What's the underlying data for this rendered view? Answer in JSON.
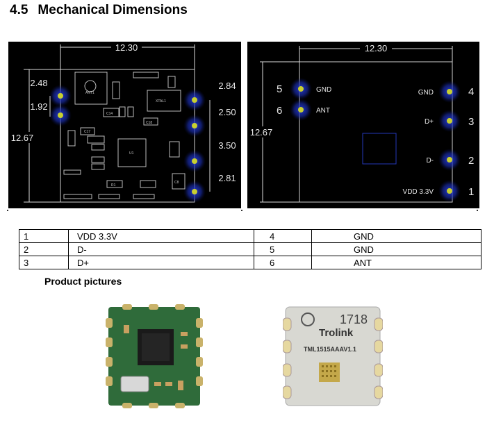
{
  "section": {
    "number": "4.5",
    "title": "Mechanical Dimensions"
  },
  "drawing_left": {
    "width_dim": "12.30",
    "height_dim": "12.67",
    "left_dims": [
      "2.48",
      "1.92"
    ],
    "right_dims": [
      "2.84",
      "2.50",
      "3.50",
      "2.81"
    ],
    "components": [
      "ANT1",
      "XTAL1",
      "U1",
      "C14",
      "C17",
      "C18",
      "C8",
      "R1"
    ]
  },
  "drawing_right": {
    "width_dim": "12.30",
    "height_dim": "12.67",
    "left_pins": [
      {
        "num": "5",
        "label": "GND"
      },
      {
        "num": "6",
        "label": "ANT"
      }
    ],
    "right_pins": [
      {
        "num": "4",
        "label": "GND"
      },
      {
        "num": "3",
        "label": "D+"
      },
      {
        "num": "2",
        "label": "D-"
      },
      {
        "num": "1",
        "label": "VDD 3.3V"
      }
    ]
  },
  "pin_table": {
    "rows": [
      {
        "n1": "1",
        "s1": "VDD 3.3V",
        "n2": "4",
        "s2": "GND"
      },
      {
        "n1": "2",
        "s1": "D-",
        "n2": "5",
        "s2": "GND"
      },
      {
        "n1": "3",
        "s1": "D+",
        "n2": "6",
        "s2": "ANT"
      }
    ]
  },
  "product": {
    "heading": "Product pictures",
    "shield_brand": "Trolink",
    "shield_model": "TML1515AAAV1.1",
    "shield_code": "1718"
  },
  "colors": {
    "pcb_bg": "#000000",
    "outline": "#e0e0e0",
    "pad_glow": "#1a2eb0",
    "board_green": "#2f6b3a",
    "shield": "#d8d8d2"
  }
}
